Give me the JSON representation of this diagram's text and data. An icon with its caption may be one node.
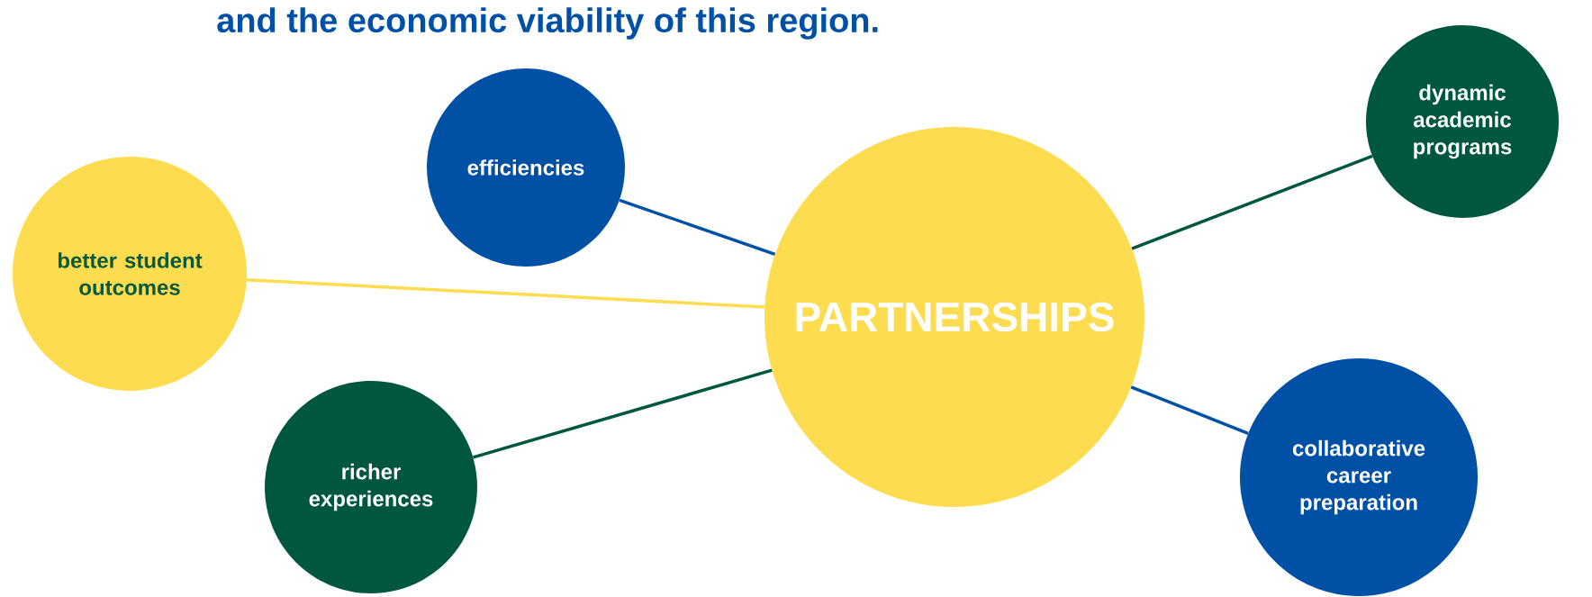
{
  "diagram": {
    "title": "and the economic viability of this region.",
    "nodes": [
      {
        "text": [
          "PARTNERSHIPS"
        ]
      },
      {
        "text": [
          "better student outcomes"
        ]
      },
      {
        "text": [
          "efficiencies"
        ]
      },
      {
        "text": [
          "richer experiences"
        ]
      },
      {
        "text": [
          "dynamic academic programs"
        ]
      },
      {
        "text": [
          "collaborative career preparation"
        ]
      }
    ],
    "edges": [
      {
        "from": 0,
        "to": 1,
        "arrow": "none",
        "color": "#fddc50"
      },
      {
        "from": 0,
        "to": 2,
        "arrow": "none",
        "color": "#0051a5"
      },
      {
        "from": 0,
        "to": 3,
        "arrow": "none",
        "color": "#00573f"
      },
      {
        "from": 0,
        "to": 4,
        "arrow": "none",
        "color": "#00573f"
      },
      {
        "from": 0,
        "to": 5,
        "arrow": "none",
        "color": "#0051a5"
      }
    ]
  }
}
